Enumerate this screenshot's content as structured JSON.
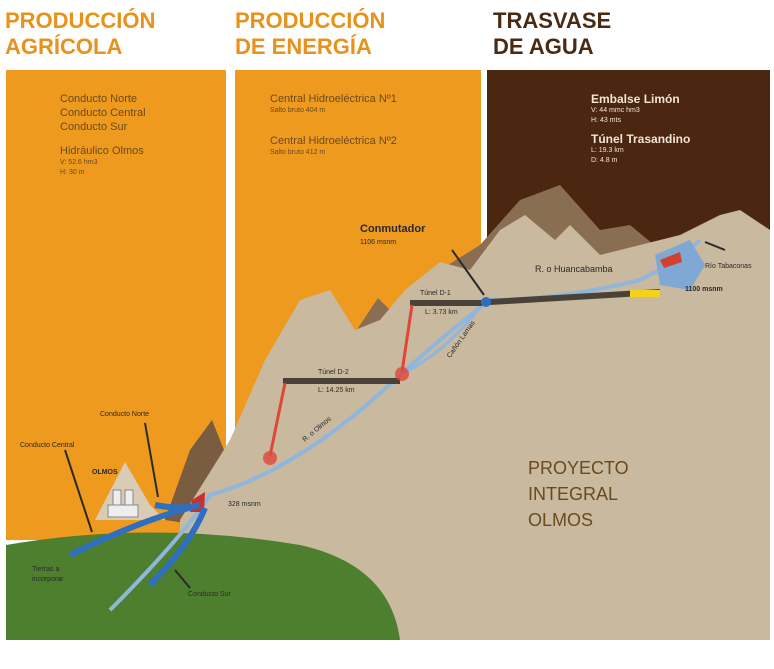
{
  "headers": {
    "agricola": [
      "PRODUCCIÓN",
      "AGRÍCOLA"
    ],
    "energia": [
      "PRODUCCIÓN",
      "DE ENERGÍA"
    ],
    "trasvase": [
      "TRASVASE",
      "DE AGUA"
    ]
  },
  "agricola": {
    "conductos": [
      "Conducto Norte",
      "Conducto Central",
      "Conducto Sur"
    ],
    "hidraulico": "Hidráulico Olmos",
    "hidraulico_v": "V: 52.6 hm3",
    "hidraulico_h": "H: 30 m"
  },
  "energia": {
    "c1": "Central Hidroeléctrica Nº1",
    "c1_salto": "Salto bruto 404 m",
    "c2": "Central Hidroeléctrica Nº2",
    "c2_salto": "Salto bruto 412 m"
  },
  "trasvase": {
    "embalse": "Embalse Limón",
    "embalse_v": "V: 44 mmc hm3",
    "embalse_h": "H: 43 mts",
    "tunel": "Túnel Trasandino",
    "tunel_l": "L: 19.3 km",
    "tunel_d": "D: 4.8 m"
  },
  "labels": {
    "conmutador": "Conmutador",
    "conmutador_alt": "1106 msnm",
    "tunel_d1": "Túnel D-1",
    "tunel_d1_l": "L: 3.73 km",
    "tunel_d2": "Túnel D-2",
    "tunel_d2_l": "L: 14.25 km",
    "rio_olmos": "R. o Olmos",
    "canon": "Cañón Lamas",
    "huancabamba": "R. o Huancabamba",
    "tabaconas": "Río Tabaconas",
    "alt_1100": "1100 msnm",
    "alt_328": "328 msnm",
    "conducto_norte": "Conducto Norte",
    "conducto_central": "Conducto Central",
    "conducto_sur": "Conducto Sur",
    "olmos": "OLMOS",
    "tierras": [
      "Tierras a",
      "incorporar"
    ],
    "proyecto": [
      "PROYECTO",
      "INTEGRAL",
      "OLMOS"
    ]
  },
  "colors": {
    "orange": "#ee9a1f",
    "brown": "#4b2610",
    "mountain": "#c8b99f",
    "mountain_dark": "#8a6e52",
    "green": "#4e7f2e",
    "water": "#2f6fbf",
    "tunnel": "#4a4238",
    "pipe": "#e0463a"
  }
}
